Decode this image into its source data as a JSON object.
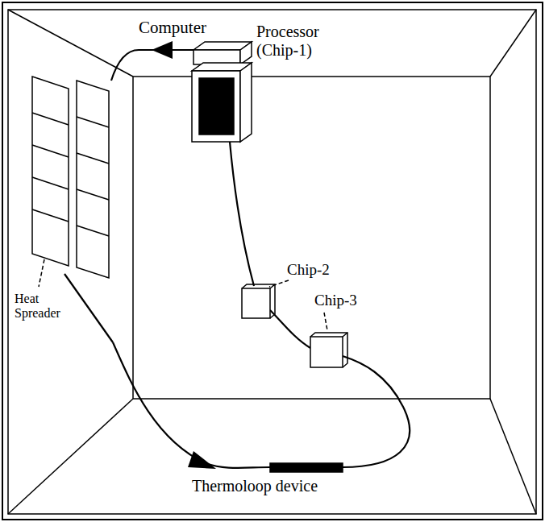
{
  "diagram": {
    "labels": [
      "Computer",
      "Processor (Chip-1)",
      "Chip-2",
      "Chip-3",
      "Heat Spreader",
      "Thermoloop device"
    ]
  }
}
